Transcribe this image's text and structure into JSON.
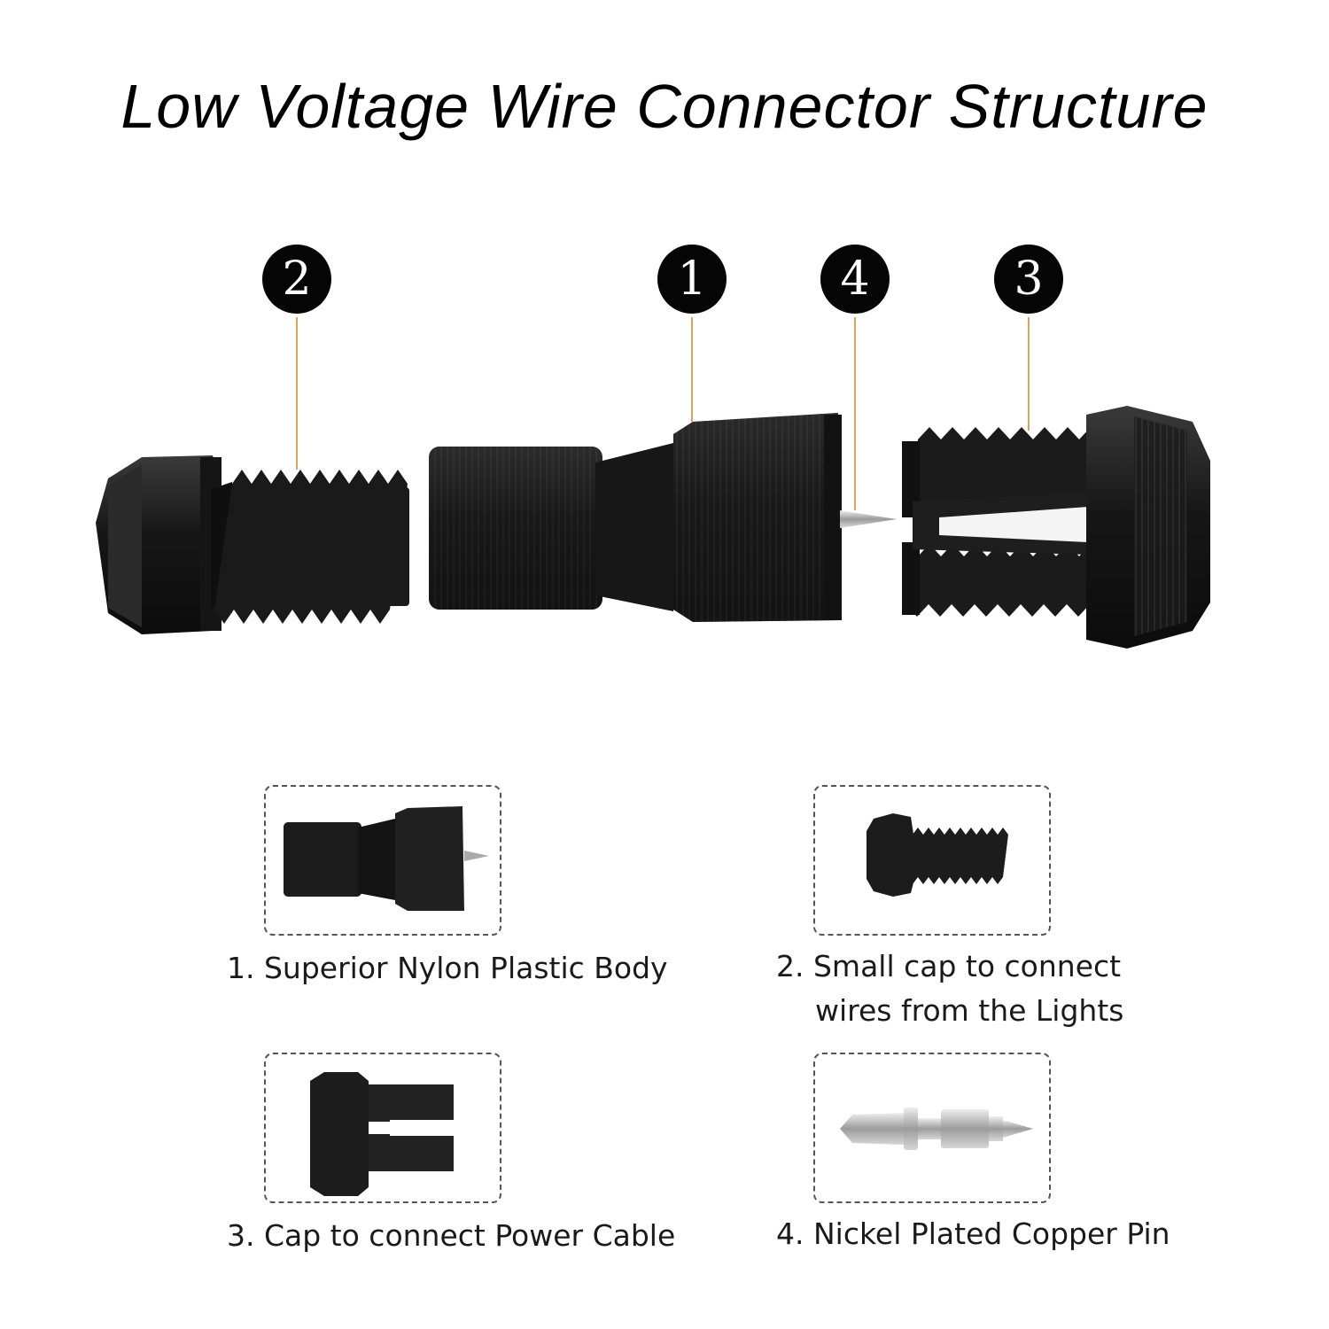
{
  "title": "Low Voltage Wire Connector Structure",
  "callouts": [
    "2",
    "1",
    "4",
    "3"
  ],
  "parts": [
    {
      "number": "1",
      "caption_line1": "1. Superior Nylon Plastic Body",
      "caption_line2": ""
    },
    {
      "number": "2",
      "caption_line1": "2. Small cap to connect",
      "caption_line2": "wires from the Lights"
    },
    {
      "number": "3",
      "caption_line1": "3. Cap to connect Power Cable",
      "caption_line2": ""
    },
    {
      "number": "4",
      "caption_line1": "4. Nickel Plated Copper Pin",
      "caption_line2": ""
    }
  ],
  "colors": {
    "leader": "#d8a35a",
    "plastic": "#1c1c1c",
    "pin": "#b9b9b9"
  }
}
